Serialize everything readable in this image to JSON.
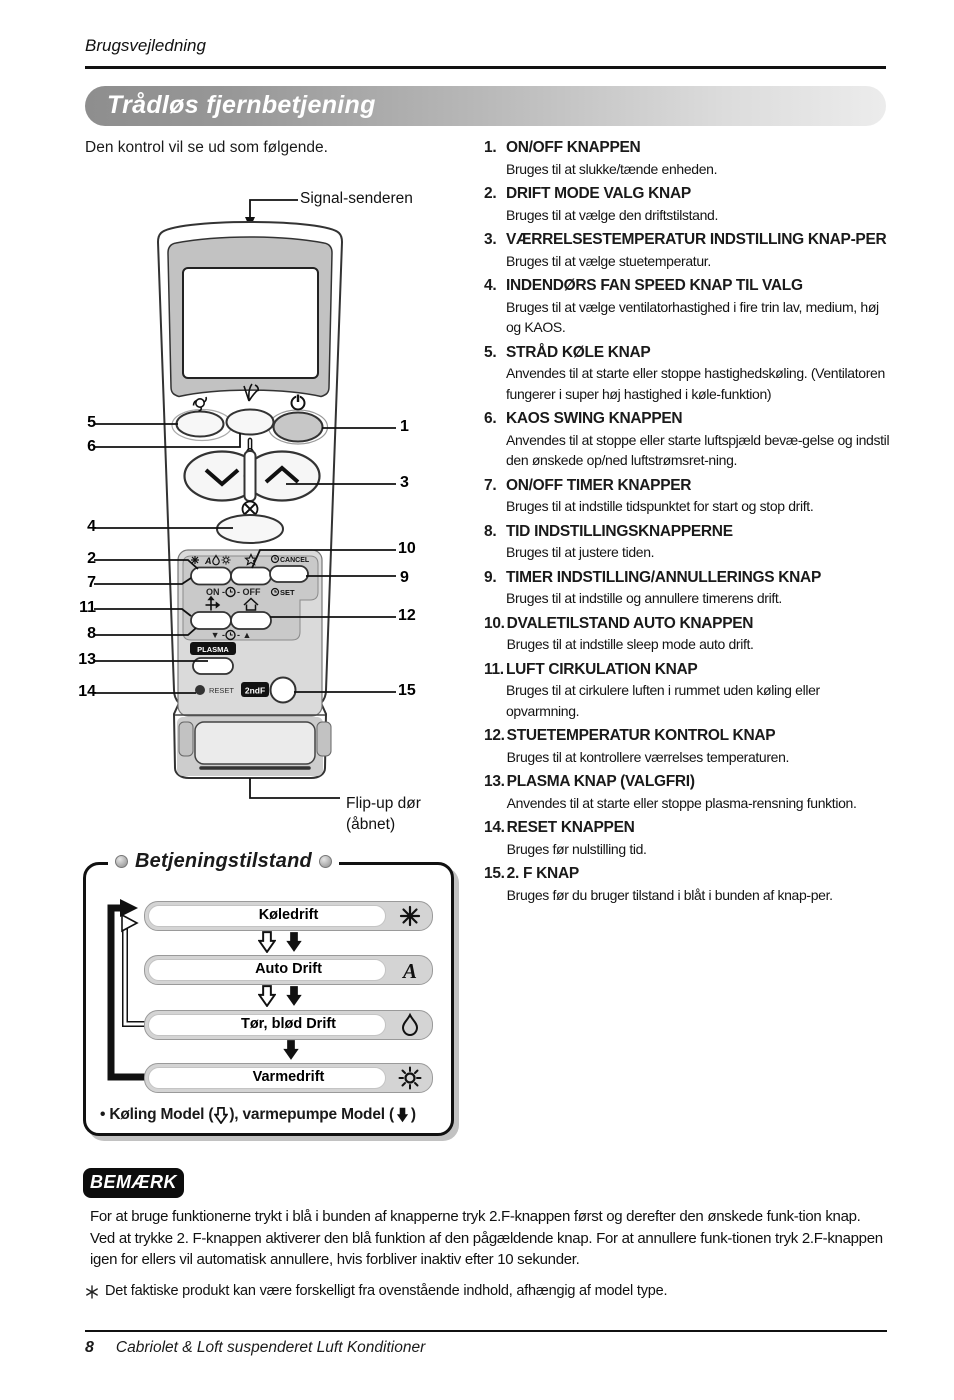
{
  "page": {
    "header": "Brugsvejledning",
    "banner_title": "Trådløs fjernbetjening",
    "intro": "Den kontrol vil se ud som følgende."
  },
  "diagram": {
    "signal_label": "Signal-senderen",
    "door_label_1": "Flip-up dør",
    "door_label_2": "(åbnet)",
    "remote": {
      "on": "ON -",
      "off": "- OFF",
      "cancel": "CANCEL",
      "set": "SET",
      "down": "▼ -",
      "up": "- ▲",
      "plasma": "PLASMA",
      "reset": "RESET",
      "second_f": "2ndF"
    },
    "callouts_left": [
      "5",
      "6",
      "4",
      "2",
      "7",
      "11",
      "8",
      "13",
      "14"
    ],
    "callouts_right": [
      "1",
      "3",
      "10",
      "9",
      "12",
      "15"
    ]
  },
  "button_list": {
    "items": [
      {
        "num": "1.",
        "title": "ON/OFF KNAPPEN",
        "desc": "Bruges til at slukke/tænde enheden."
      },
      {
        "num": "2.",
        "title": "DRIFT MODE VALG KNAP",
        "desc": "Bruges til at vælge den driftstilstand."
      },
      {
        "num": "3.",
        "title": "VÆRRELSESTEMPERATUR INDSTILLING KNAP-PER",
        "desc": "Bruges til at vælge stuetemperatur."
      },
      {
        "num": "4.",
        "title": "INDENDØRS FAN SPEED KNAP TIL VALG",
        "desc": "Bruges til at vælge ventilatorhastighed i fire trin lav, medium, høj og KAOS."
      },
      {
        "num": "5.",
        "title": "STRÅD KØLE KNAP",
        "desc": "Anvendes til at starte eller stoppe hastighedskøling. (Ventilatoren fungerer i super høj hastighed i køle-funktion)"
      },
      {
        "num": "6.",
        "title": "KAOS SWING KNAPPEN",
        "desc": "Anvendes til at stoppe eller starte luftspjæld bevæ-gelse og indstil den ønskede op/ned luftstrømsret-ning."
      },
      {
        "num": "7.",
        "title": "ON/OFF TIMER KNAPPER",
        "desc": "Bruges til at indstille tidspunktet for start og stop drift."
      },
      {
        "num": "8.",
        "title": "TID INDSTILLINGSKNAPPERNE",
        "desc": "Bruges til at justere tiden."
      },
      {
        "num": "9.",
        "title": "TIMER INDSTILLING/ANNULLERINGS KNAP",
        "desc": "Bruges til at indstille og annullere timerens drift."
      },
      {
        "num": "10.",
        "title": "DVALETILSTAND AUTO KNAPPEN",
        "desc": "Bruges til at indstille sleep mode auto drift."
      },
      {
        "num": "11.",
        "title": "LUFT CIRKULATION KNAP",
        "desc": "Bruges til at cirkulere luften i rummet uden køling eller opvarmning."
      },
      {
        "num": "12.",
        "title": "STUETEMPERATUR KONTROL KNAP",
        "desc": "Bruges til at kontrollere værrelses temperaturen."
      },
      {
        "num": "13.",
        "title": "PLASMA KNAP (VALGFRI)",
        "desc": "Anvendes til at starte eller stoppe plasma-rensning funktion."
      },
      {
        "num": "14.",
        "title": "RESET KNAPPEN",
        "desc": "Bruges før nulstilling tid."
      },
      {
        "num": "15.",
        "title": "2. F KNAP",
        "desc": "Bruges før du bruger tilstand i blåt i bunden af knap-per."
      }
    ]
  },
  "mode_box": {
    "title": "Betjeningstilstand",
    "modes": [
      {
        "label": "Køledrift",
        "icon": "snowflake-icon"
      },
      {
        "label": "Auto Drift",
        "icon": "auto-a-icon"
      },
      {
        "label": "Tør, blød Drift",
        "icon": "droplet-icon"
      },
      {
        "label": "Varmedrift",
        "icon": "sun-icon"
      }
    ],
    "legend": {
      "bullet": "• ",
      "part1": "Køling Model (",
      "part2": "), varmepumpe Model (",
      "part3": ")"
    }
  },
  "note": {
    "badge": "BEMÆRK",
    "body": "For at bruge funktionerne trykt i blå i bunden af knapperne tryk 2.F-knappen først og derefter den ønskede funk-tion knap. Ved at trykke 2. F-knappen aktiverer den blå funktion af den pågældende knap. For at annullere funk-tionen tryk 2.F-knappen igen for ellers vil automatisk annullere, hvis forbliver inaktiv efter 10 sekunder.",
    "footnote": "Det faktiske produkt kan være forskelligt fra ovenstående indhold, afhængig af model type."
  },
  "footer": {
    "page_number": "8",
    "title": "Cabriolet & Loft suspenderet Luft Konditioner"
  },
  "colors": {
    "accent_black": "#111111",
    "panel_gray": "#d8d8d8",
    "bezel_gray": "#c2c2c2"
  }
}
